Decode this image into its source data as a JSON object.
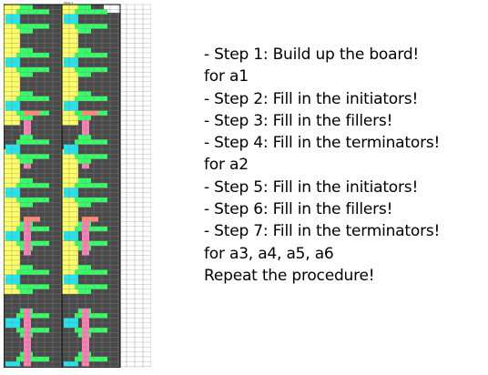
{
  "board": {
    "header_label": "Table 1",
    "colors": {
      "grid_dark": "#4a4a4a",
      "grid_line": "#8a8a8a",
      "white": "#ffffff",
      "yellow": "#ffff66",
      "cyan": "#22e5ee",
      "green": "#33ff66",
      "pink": "#ff7fb8",
      "salmon": "#ff8a7a",
      "frame": "#000000"
    }
  },
  "steps": [
    "- Step 1: Build up the board!",
    "for a1",
    "- Step 2: Fill in the initiators!",
    "- Step 3: Fill in the fillers!",
    "- Step 4: Fill in the terminators!",
    "for a2",
    "- Step 5: Fill in the initiators!",
    "- Step 6: Fill in the fillers!",
    "- Step 7: Fill in the terminators!",
    "for a3, a4, a5, a6",
    "Repeat the procedure!"
  ]
}
